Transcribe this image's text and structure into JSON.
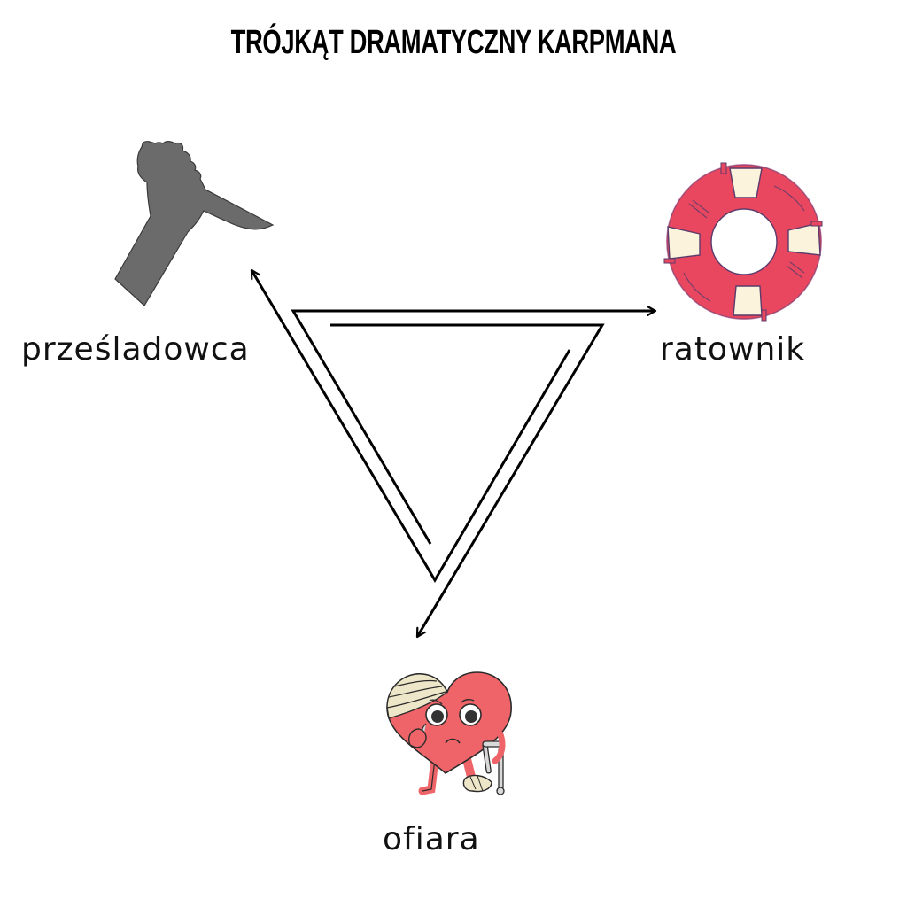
{
  "title": "TRÓJKĄT DRAMATYCZNY KARPMANA",
  "roles": {
    "persecutor": {
      "label": "prześladowca",
      "icon": "knife-hand-icon",
      "color": "#6b6b6b"
    },
    "rescuer": {
      "label": "ratownik",
      "icon": "lifebuoy-icon",
      "color": "#e8475f",
      "accent": "#fbf3dc"
    },
    "victim": {
      "label": "ofiara",
      "icon": "injured-heart-icon",
      "color": "#ee6468",
      "accent": "#ede6c8"
    }
  },
  "arrows": [
    {
      "from": "persecutor",
      "to": "rescuer",
      "direction": "right"
    },
    {
      "from": "rescuer",
      "to": "victim",
      "direction": "down-left"
    },
    {
      "from": "victim",
      "to": "persecutor",
      "direction": "up-left"
    }
  ],
  "colors": {
    "background": "#ffffff",
    "line": "#000000"
  }
}
